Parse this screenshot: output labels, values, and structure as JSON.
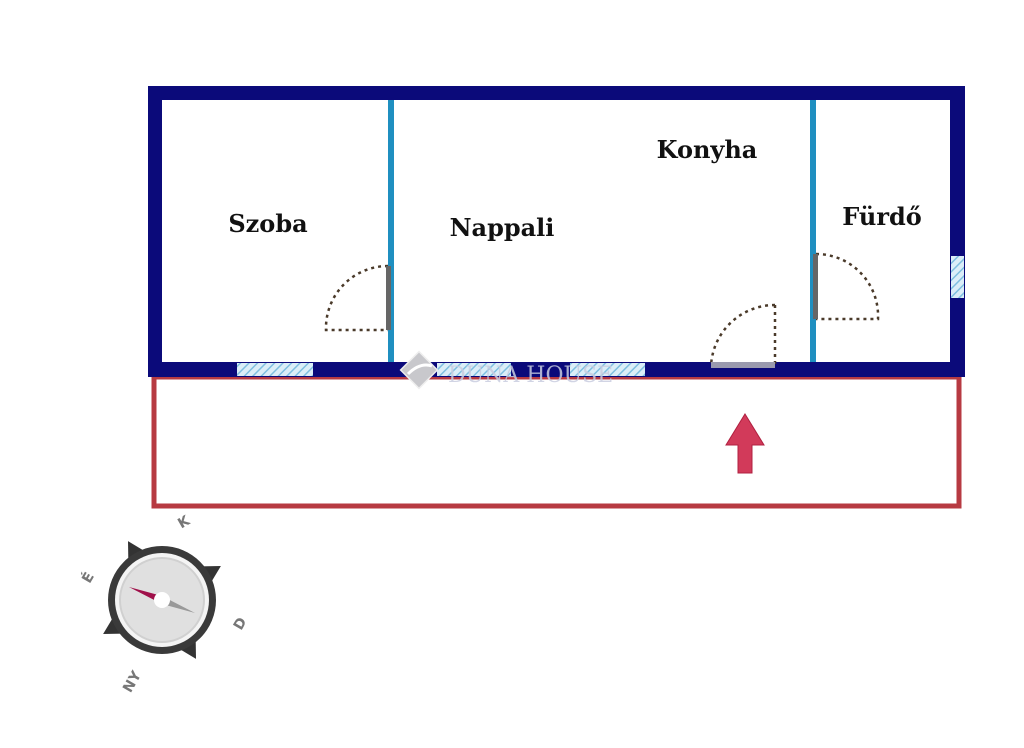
{
  "rooms": {
    "szoba": "Szoba",
    "nappali": "Nappali",
    "konyha": "Konyha",
    "furdo": "Fürdő"
  },
  "watermark": "DUNA HOUSE",
  "compass": {
    "north": "É",
    "east": "K",
    "south": "D",
    "west": "NY"
  },
  "colors": {
    "outer_wall": "#0b0a7a",
    "partition": "#1f8fc0",
    "terrace": "#b73a42",
    "arrow": "#d23a5a",
    "window": "#a9d3ea"
  }
}
